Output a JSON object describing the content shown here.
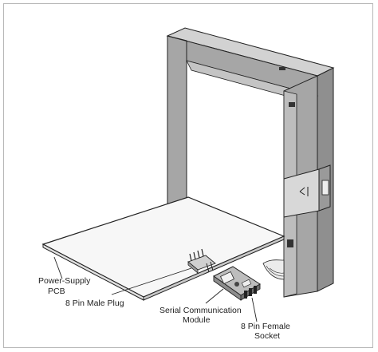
{
  "labels": {
    "power_supply_1": "Power-Supply",
    "power_supply_2": "PCB",
    "male_plug": "8 Pin Male Plug",
    "serial_1": "Serial Communication",
    "serial_2": "Module",
    "female_1": "8 Pin Female",
    "female_2": "Socket"
  },
  "colors": {
    "outline": "#222222",
    "frame_front": "#a9a9a9",
    "frame_dark": "#8a8a8a",
    "frame_light": "#cfcfcf",
    "pcb_top": "#f7f7f7"
  }
}
